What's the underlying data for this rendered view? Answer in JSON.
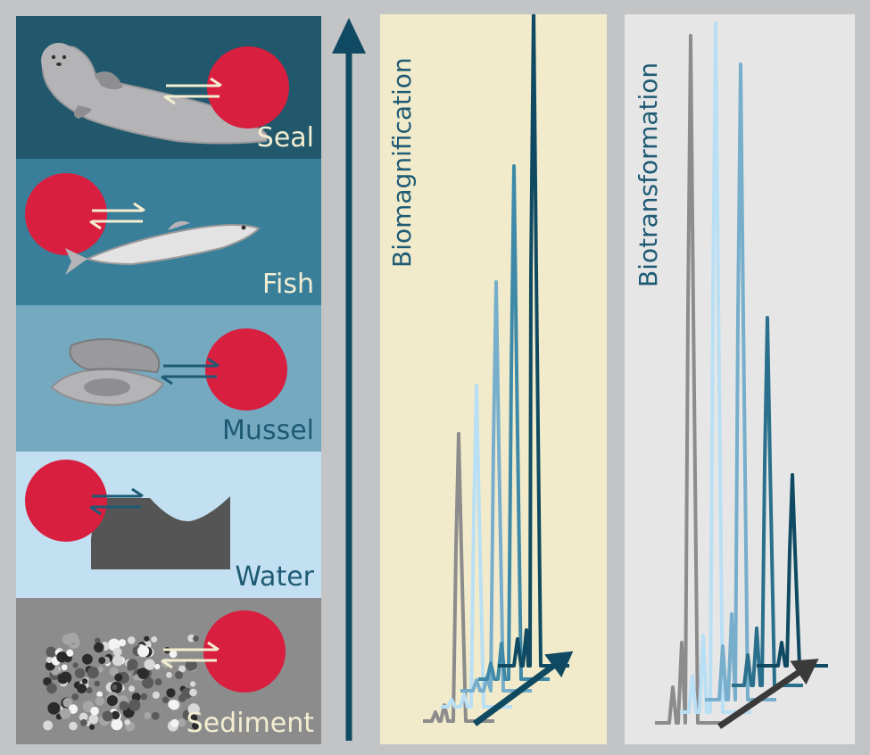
{
  "panels": [
    {
      "label": "Seal",
      "bg": "#21586c",
      "text": "#f3eed2"
    },
    {
      "label": "Fish",
      "bg": "#3a7f9a",
      "text": "#f3eed2"
    },
    {
      "label": "Mussel",
      "bg": "#75a9c0",
      "text": "#1f5a74"
    },
    {
      "label": "Water",
      "bg": "#c2e0f2",
      "text": "#1f5a74"
    },
    {
      "label": "Sediment",
      "bg": "#8c8c8c",
      "text": "#f3eed2"
    }
  ],
  "labels": {
    "biomagnification": "Biomagnification",
    "biotransformation": "Biotransformation"
  },
  "colors": {
    "sphere": "#d81f3f",
    "arrow_dark": "#0f4a62",
    "arrow_light": "#f3eed2",
    "biomag_bg": "#f1ebcc",
    "biotrans_bg": "#e6e6e6",
    "grey_arrow": "#3a3a3a"
  }
}
